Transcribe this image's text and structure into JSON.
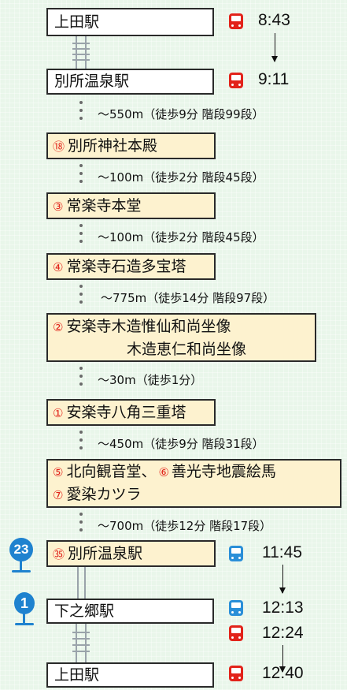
{
  "stations": {
    "ueda_top": "上田駅",
    "bessho": "別所温泉駅",
    "shimonogo": "下之郷駅",
    "ueda_bottom": "上田駅"
  },
  "times": {
    "t1": "8:43",
    "t2": "9:11",
    "t3": "11:45",
    "t4": "12:13",
    "t5": "12:24",
    "t6": "12:40"
  },
  "walks": [
    "～550m（徒歩9分 階段99段）",
    "～100m（徒歩2分 階段45段）",
    "～100m（徒歩2分 階段45段）",
    "～775m（徒歩14分 階段97段）",
    "～30m（徒歩1分）",
    "～450m（徒歩9分 階段31段）",
    "～700m（徒歩12分 階段17段）"
  ],
  "spots": {
    "s18_num": "⑱",
    "s18": "別所神社本殿",
    "s3_num": "③",
    "s3": "常楽寺本堂",
    "s4_num": "④",
    "s4": "常楽寺石造多宝塔",
    "s2_num": "②",
    "s2a": "安楽寺木造惟仙和尚坐像",
    "s2b": "木造恵仁和尚坐像",
    "s1_num": "①",
    "s1": "安楽寺八角三重塔",
    "s5_num": "⑤",
    "s5": "北向観音堂、",
    "s6_num": "⑥",
    "s6": "善光寺地震絵馬",
    "s7_num": "⑦",
    "s7": "愛染カツラ",
    "s35_num": "㉟",
    "s35": "別所温泉駅"
  },
  "badges": {
    "b23": "23",
    "b1": "1"
  },
  "icons": {
    "train": "train-icon",
    "bus": "bus-icon",
    "stop": "bus-stop-icon"
  },
  "colors": {
    "train": "#e2231a",
    "bus": "#2a8fd8",
    "badge": "#1f82cf",
    "spot_fill": "#fdf2cf",
    "background": "#e9f6ea"
  }
}
